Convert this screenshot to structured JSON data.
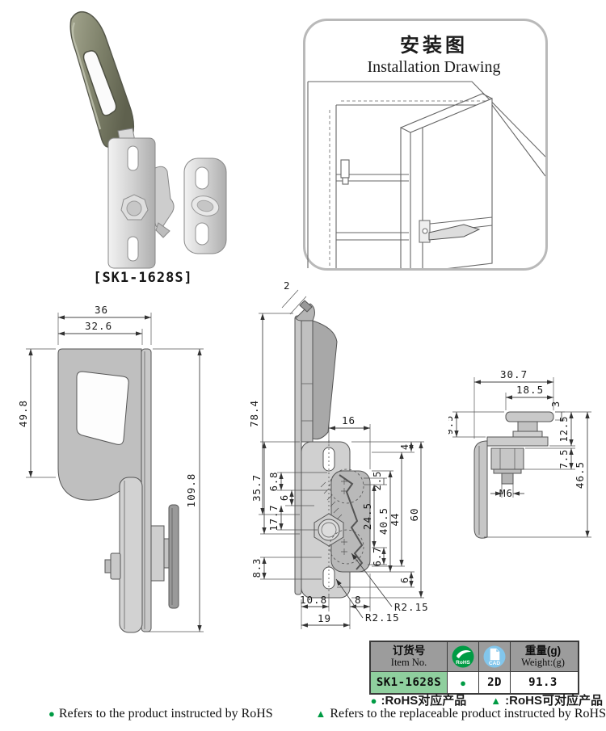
{
  "product": {
    "label": "[SK1-1628S]"
  },
  "installation": {
    "title_zh": "安装图",
    "title_en": "Installation Drawing"
  },
  "views": {
    "front": {
      "w36": "36",
      "w32_6": "32.6",
      "h49_8": "49.8",
      "h109_8": "109.8"
    },
    "side": {
      "t2": "2",
      "h78_4": "78.4",
      "w16": "16",
      "v4": "4",
      "v2_5": "2.5",
      "v24_5": "24.5",
      "v40_5": "40.5",
      "v44": "44",
      "v60": "60",
      "v6_7": "6.7",
      "v6": "6",
      "l6_8": "6.8",
      "l6": "6",
      "l17_7": "17.7",
      "l35_7": "35.7",
      "l8_3": "8.3",
      "b10_8": "10.8",
      "b19": "19",
      "b8": "8",
      "r_top": "R2.15",
      "r_bottom": "R2.15"
    },
    "back": {
      "w30_7": "30.7",
      "w18_5": "18.5",
      "t3": "3",
      "h9_5": "9.5",
      "h12_5": "12.5",
      "h7_5": "7.5",
      "h46_5": "46.5",
      "thread": "M6"
    }
  },
  "table": {
    "header": {
      "item_zh": "订货号",
      "item_en": "Item No.",
      "rohs": "RoHS",
      "cad": "CAD",
      "weight_zh": "重量(g)",
      "weight_en": "Weight:(g)"
    },
    "row": {
      "item": "SK1-1628S",
      "rohs_mark": "●",
      "cad": "2D",
      "weight": "91.3"
    }
  },
  "legend": {
    "zh_dot_symbol": "●",
    "zh_dot_text": ":RoHS对应产品",
    "zh_tri_symbol": "▲",
    "zh_tri_text": ":RoHS可对应产品",
    "en_dot_symbol": "●",
    "en_dot_text": "Refers to the product instructed by RoHS",
    "en_tri_symbol": "▲",
    "en_tri_text": "Refers to the replaceable product instructed by RoHS"
  },
  "colors": {
    "accent_green": "#009b44",
    "cad_blue": "#82c6ec",
    "row_green": "#8fcf9e",
    "header_gray": "#9c9c9c",
    "handle_olive": "#7f826b"
  }
}
